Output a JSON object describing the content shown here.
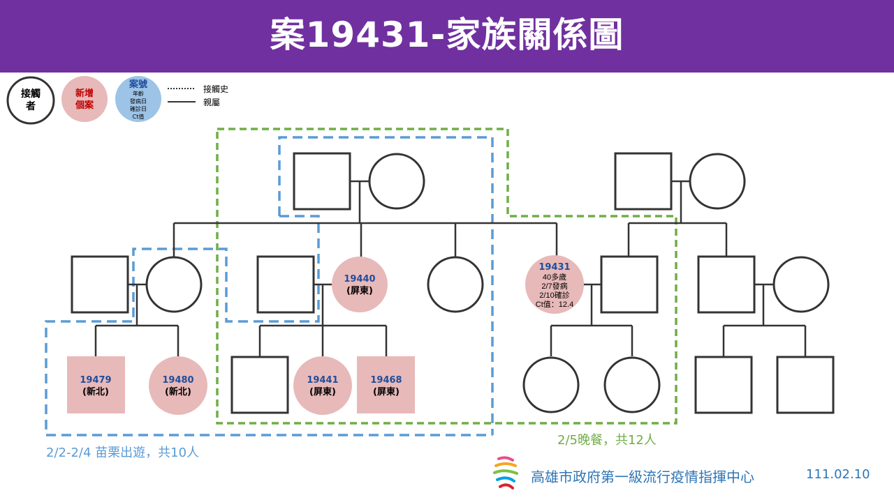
{
  "title": "案19431-家族關係圖",
  "legend": {
    "contact": [
      "接觸",
      "者"
    ],
    "new_case": [
      "新增",
      "個案"
    ],
    "case_info": {
      "title": "案號",
      "lines": [
        "年齡",
        "發病日",
        "確診日",
        "Ct值"
      ]
    },
    "contact_history": "接觸史",
    "relatives": "親屬"
  },
  "cases": {
    "c19440": {
      "id": "19440",
      "loc": "(屏東)"
    },
    "c19431": {
      "id": "19431",
      "lines": [
        "40多歲",
        "2/7發病",
        "2/10確診",
        "Ct值：12.4"
      ]
    },
    "c19479": {
      "id": "19479",
      "loc": "(新北)"
    },
    "c19480": {
      "id": "19480",
      "loc": "(新北)"
    },
    "c19441": {
      "id": "19441",
      "loc": "(屏東)"
    },
    "c19468": {
      "id": "19468",
      "loc": "(屏東)"
    }
  },
  "groups": {
    "trip": "2/2-2/4 苗栗出遊，共10人",
    "dinner": "2/5晚餐，共12人"
  },
  "footer": {
    "org": "高雄市政府第一級流行疫情指揮中心",
    "date": "111.02.10"
  },
  "colors": {
    "header": "#7030a0",
    "case_fill": "#e8b9b9",
    "case_id": "#1f4e9c",
    "legend_info_fill": "#9dc3e6",
    "trip_box": "#5b9bd5",
    "dinner_box": "#70ad47",
    "footer_text": "#2e75b6"
  }
}
